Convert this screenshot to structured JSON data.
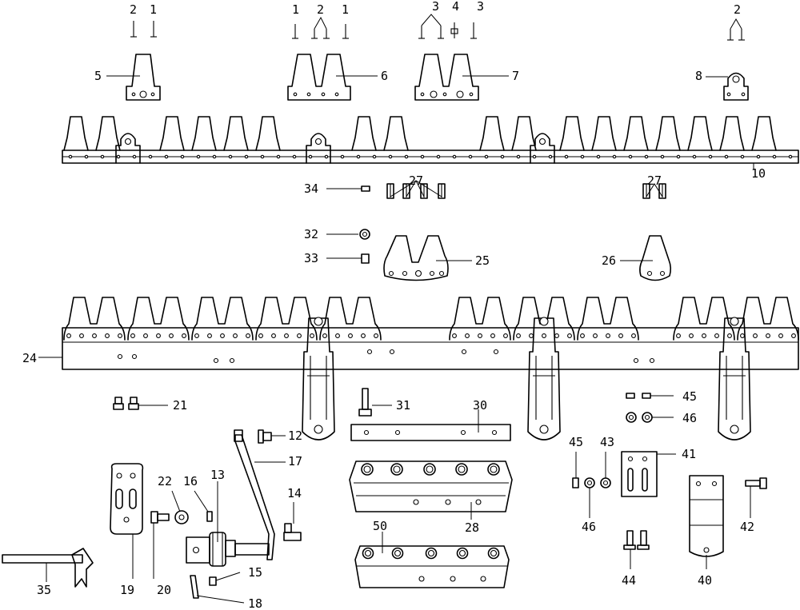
{
  "callouts": [
    "1",
    "2",
    "3",
    "4",
    "5",
    "6",
    "7",
    "8",
    "10",
    "12",
    "13",
    "14",
    "15",
    "16",
    "17",
    "18",
    "19",
    "20",
    "21",
    "22",
    "24",
    "25",
    "26",
    "27",
    "28",
    "30",
    "31",
    "32",
    "33",
    "34",
    "35",
    "40",
    "41",
    "42",
    "43",
    "44",
    "45",
    "46",
    "50"
  ],
  "labels": [
    {
      "id": "c1a",
      "text": "1"
    },
    {
      "id": "c2a",
      "text": "2"
    },
    {
      "id": "c1b",
      "text": "1"
    },
    {
      "id": "c2b",
      "text": "2"
    },
    {
      "id": "c1c",
      "text": "1"
    },
    {
      "id": "c3a",
      "text": "3"
    },
    {
      "id": "c4",
      "text": "4"
    },
    {
      "id": "c3b",
      "text": "3"
    },
    {
      "id": "c2c",
      "text": "2"
    },
    {
      "id": "c5",
      "text": "5"
    },
    {
      "id": "c6",
      "text": "6"
    },
    {
      "id": "c7",
      "text": "7"
    },
    {
      "id": "c8",
      "text": "8"
    },
    {
      "id": "c10",
      "text": "10"
    },
    {
      "id": "c27a",
      "text": "27"
    },
    {
      "id": "c27b",
      "text": "27"
    },
    {
      "id": "c34",
      "text": "34"
    },
    {
      "id": "c32",
      "text": "32"
    },
    {
      "id": "c33",
      "text": "33"
    },
    {
      "id": "c25",
      "text": "25"
    },
    {
      "id": "c26",
      "text": "26"
    },
    {
      "id": "c24",
      "text": "24"
    },
    {
      "id": "c21",
      "text": "21"
    },
    {
      "id": "c31",
      "text": "31"
    },
    {
      "id": "c30",
      "text": "30"
    },
    {
      "id": "c45a",
      "text": "45"
    },
    {
      "id": "c46a",
      "text": "46"
    },
    {
      "id": "c12",
      "text": "12"
    },
    {
      "id": "c17",
      "text": "17"
    },
    {
      "id": "c14",
      "text": "14"
    },
    {
      "id": "c22",
      "text": "22"
    },
    {
      "id": "c16",
      "text": "16"
    },
    {
      "id": "c13",
      "text": "13"
    },
    {
      "id": "c15",
      "text": "15"
    },
    {
      "id": "c18",
      "text": "18"
    },
    {
      "id": "c19",
      "text": "19"
    },
    {
      "id": "c20",
      "text": "20"
    },
    {
      "id": "c35",
      "text": "35"
    },
    {
      "id": "c28",
      "text": "28"
    },
    {
      "id": "c50",
      "text": "50"
    },
    {
      "id": "c45b",
      "text": "45"
    },
    {
      "id": "c43",
      "text": "43"
    },
    {
      "id": "c41",
      "text": "41"
    },
    {
      "id": "c46b",
      "text": "46"
    },
    {
      "id": "c42",
      "text": "42"
    },
    {
      "id": "c44",
      "text": "44"
    },
    {
      "id": "c40",
      "text": "40"
    }
  ]
}
